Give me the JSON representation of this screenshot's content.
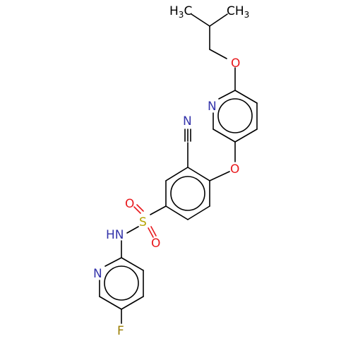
{
  "molecule": {
    "atoms": {
      "methyl_a": "H3C",
      "methyl_a_main": "H",
      "methyl_a_sub": "3",
      "methyl_a_tail": "C",
      "methyl_b_main": "CH",
      "methyl_b_sub": "3",
      "ether_oxygen_top": "O",
      "pyridine_top_n": "N",
      "nitrile_n": "N",
      "ether_oxygen_mid": "O",
      "sulfonyl_o_top": "O",
      "sulfonyl_s": "S",
      "sulfonyl_o_bottom": "O",
      "amide_nh": "HN",
      "pyridine_bottom_n": "N",
      "fluorine": "F"
    },
    "colors": {
      "bond": "#000000",
      "oxygen": "#e8191d",
      "nitrogen": "#3333aa",
      "sulfur": "#b5a300",
      "fluorine": "#9a7d00",
      "carbon_label": "#000000"
    }
  }
}
